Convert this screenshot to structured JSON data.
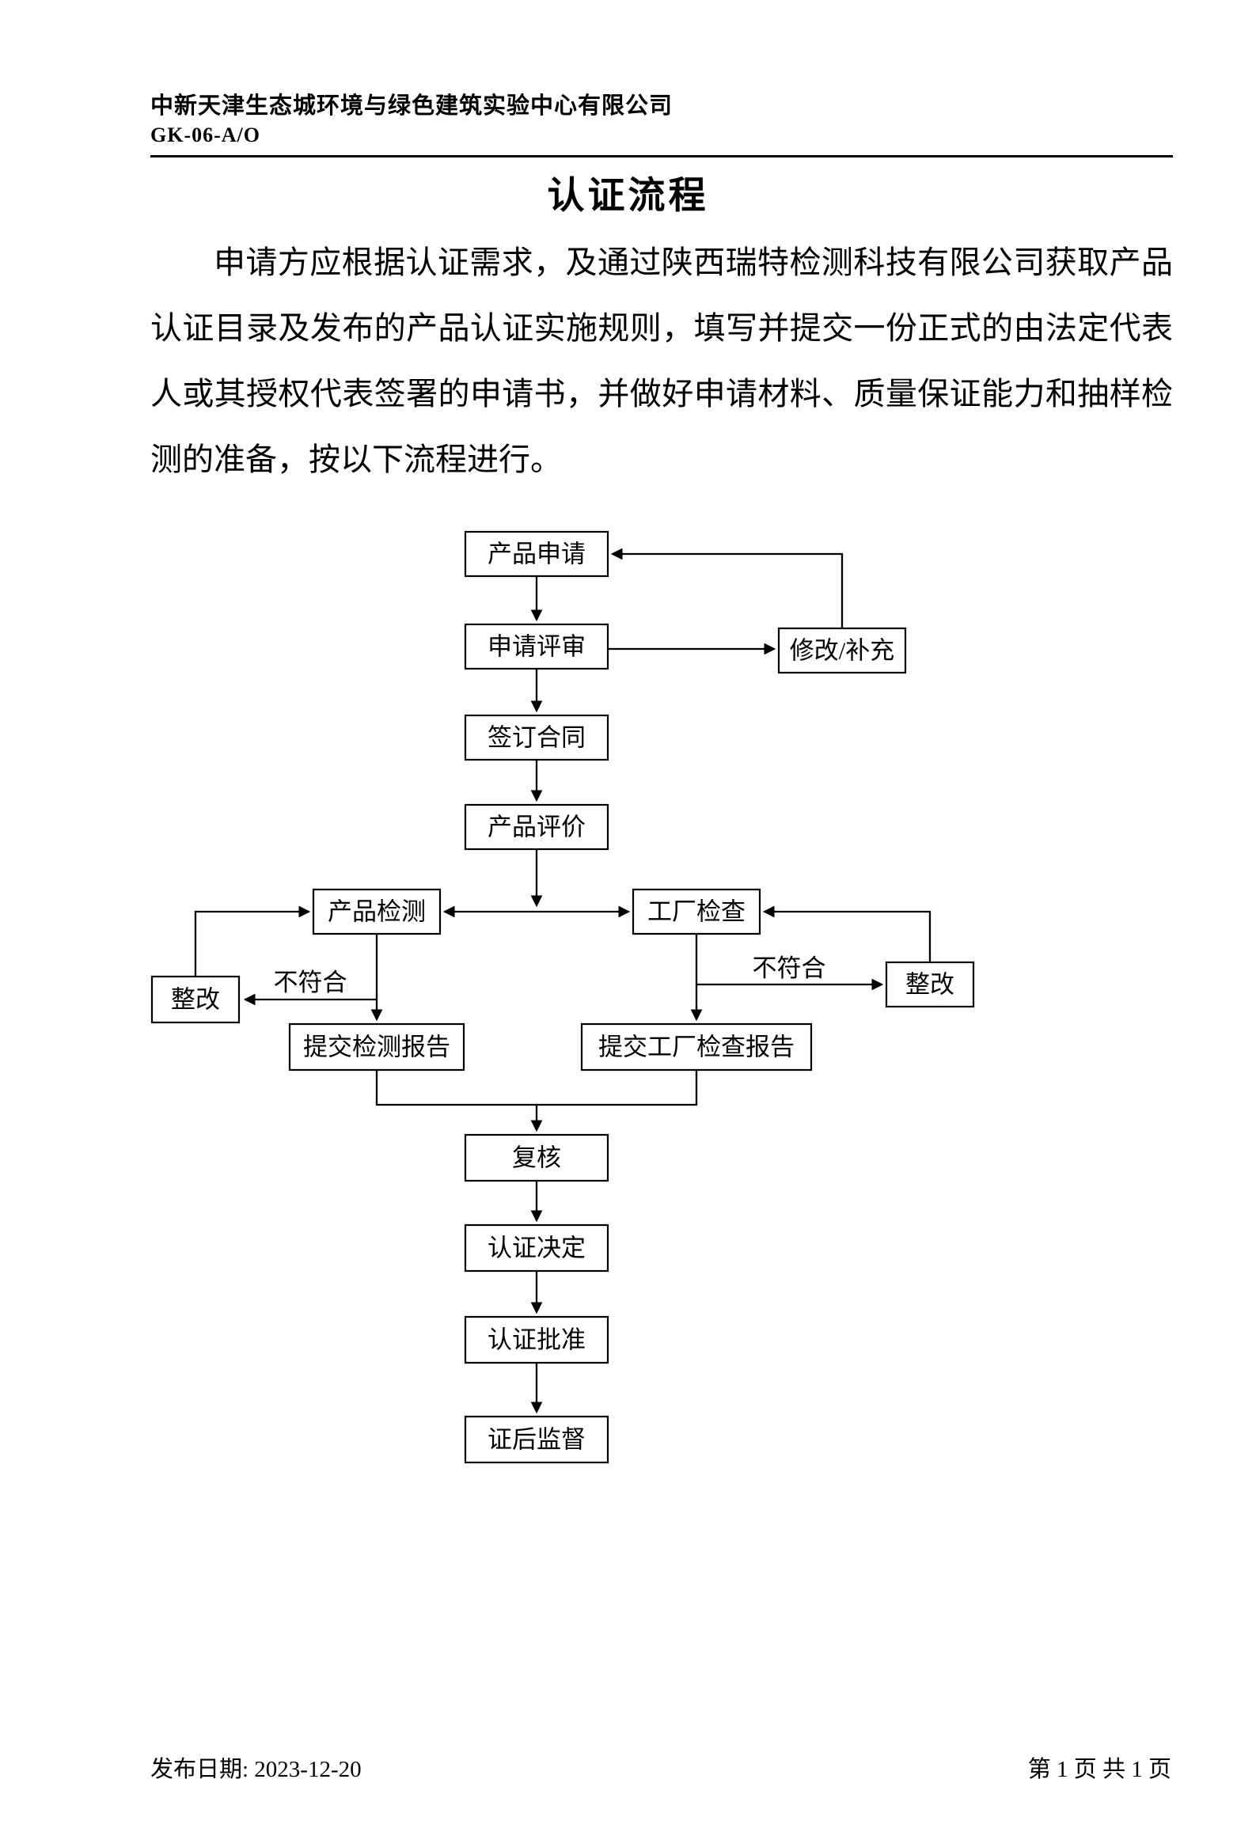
{
  "page": {
    "header": {
      "company": "中新天津生态城环境与绿色建筑实验中心有限公司",
      "doc_code": "GK-06-A/O"
    },
    "title": "认证流程",
    "intro_paragraph": "申请方应根据认证需求，及通过陕西瑞特检测科技有限公司获取产品认证目录及发布的产品认证实施规则，填写并提交一份正式的由法定代表人或其授权代表签署的申请书，并做好申请材料、质量保证能力和抽样检测的准备，按以下流程进行。",
    "footer": {
      "issue_date": "发布日期: 2023-12-20",
      "page_info": "第 1 页 共 1 页"
    }
  },
  "flowchart": {
    "nodes": {
      "product_application": "产品申请",
      "application_review": "申请评审",
      "modify_supplement": "修改/补充",
      "sign_contract": "签订合同",
      "product_evaluation": "产品评价",
      "product_testing": "产品检测",
      "factory_inspection": "工厂检查",
      "rectify_left": "整改",
      "rectify_right": "整改",
      "submit_test_report": "提交检测报告",
      "submit_factory_report": "提交工厂检查报告",
      "review": "复核",
      "cert_decision": "认证决定",
      "cert_approval": "认证批准",
      "post_cert_supervision": "证后监督"
    },
    "labels": {
      "nonconform_left": "不符合",
      "nonconform_right": "不符合"
    }
  }
}
